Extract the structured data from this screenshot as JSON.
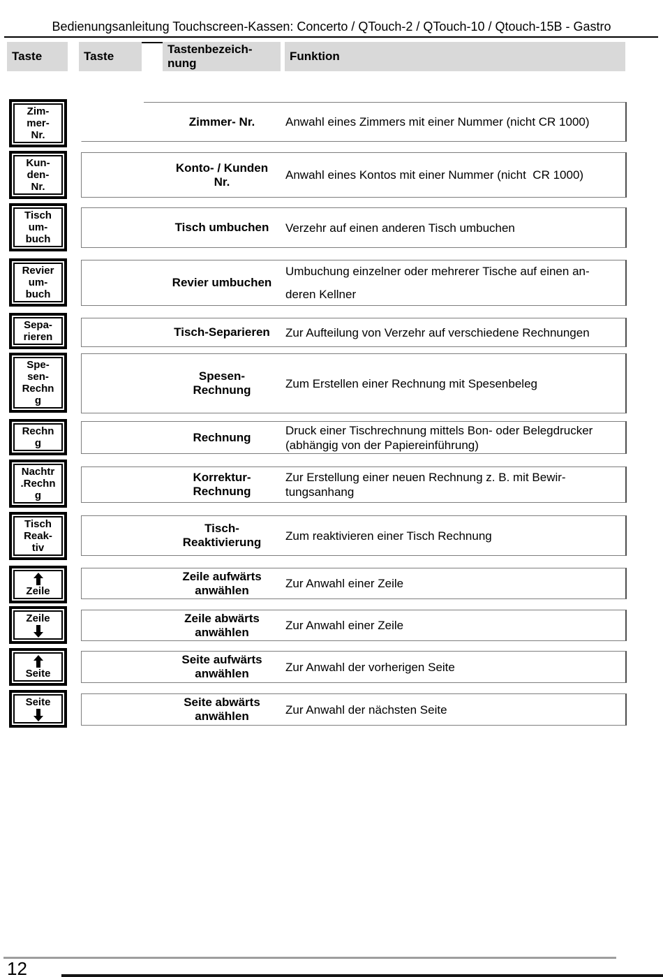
{
  "header": {
    "title": "Bedienungsanleitung Touchscreen-Kassen: Concerto / QTouch-2 / QTouch-10 / Qtouch-15B - Gastro"
  },
  "table_headers": [
    {
      "lines": [
        "Taste"
      ]
    },
    {
      "lines": [
        "Taste"
      ]
    },
    {
      "lines": [
        "Tastenbezeich-",
        "nung"
      ]
    },
    {
      "lines": [
        "Funktion"
      ]
    }
  ],
  "rows": [
    {
      "key": {
        "lines": [
          "Zim-",
          "mer-",
          "Nr."
        ],
        "arrow": null
      },
      "name_lines": [
        "Zimmer- Nr."
      ],
      "function_lines": [
        "Anwahl eines Zimmers mit einer Nummer (nicht CR 1000)"
      ]
    },
    {
      "key": {
        "lines": [
          "Kun-",
          "den-",
          "Nr."
        ],
        "arrow": null
      },
      "name_lines": [
        "Konto- / Kunden",
        "Nr."
      ],
      "function_lines": [
        "Anwahl eines Kontos mit einer Nummer (nicht  CR 1000)"
      ]
    },
    {
      "key": {
        "lines": [
          "Tisch",
          "um-",
          "buch"
        ],
        "arrow": null
      },
      "name_lines": [
        "Tisch umbuchen"
      ],
      "function_lines": [
        "Verzehr auf einen anderen Tisch umbuchen"
      ]
    },
    {
      "key": {
        "lines": [
          "Revier",
          "um-",
          "buch"
        ],
        "arrow": null
      },
      "name_lines": [
        "Revier umbuchen"
      ],
      "function_lines": [
        "Umbuchung einzelner oder mehrerer Tische auf einen an-",
        "deren Kellner"
      ]
    },
    {
      "key": {
        "lines": [
          "Sepa-",
          "rieren"
        ],
        "arrow": null
      },
      "name_lines": [
        "Tisch-Separieren"
      ],
      "function_lines": [
        "Zur Aufteilung von Verzehr auf verschiedene Rechnungen"
      ]
    },
    {
      "key": {
        "lines": [
          "Spe-",
          "sen-",
          "Rechn",
          "g"
        ],
        "arrow": null
      },
      "name_lines": [
        "Spesen-",
        "Rechnung"
      ],
      "function_lines": [
        "Zum Erstellen einer Rechnung mit Spesenbeleg"
      ]
    },
    {
      "key": {
        "lines": [
          "Rechn",
          "g"
        ],
        "arrow": null
      },
      "name_lines": [
        "Rechnung"
      ],
      "function_lines": [
        "Druck einer Tischrechnung mittels Bon- oder Belegdrucker",
        "(abhängig von der Papiereinführung)"
      ]
    },
    {
      "key": {
        "lines": [
          "Nachtr",
          ".Rechn",
          "g"
        ],
        "arrow": null
      },
      "name_lines": [
        "Korrektur-",
        "Rechnung"
      ],
      "function_lines": [
        "Zur Erstellung einer neuen Rechnung z. B. mit Bewir-",
        "tungsanhang"
      ]
    },
    {
      "key": {
        "lines": [
          "Tisch",
          "Reak-",
          "tiv"
        ],
        "arrow": null
      },
      "name_lines": [
        "Tisch-",
        "Reaktivierung"
      ],
      "function_lines": [
        "Zum reaktivieren einer Tisch Rechnung"
      ]
    },
    {
      "key": {
        "lines": [
          "Zeile"
        ],
        "arrow": "up",
        "arrow_position": "above"
      },
      "name_lines": [
        "Zeile aufwärts",
        "anwählen"
      ],
      "function_lines": [
        "Zur Anwahl einer Zeile"
      ]
    },
    {
      "key": {
        "lines": [
          "Zeile"
        ],
        "arrow": "down",
        "arrow_position": "below"
      },
      "name_lines": [
        "Zeile abwärts",
        "anwählen"
      ],
      "function_lines": [
        "Zur Anwahl einer Zeile"
      ]
    },
    {
      "key": {
        "lines": [
          "Seite"
        ],
        "arrow": "up",
        "arrow_position": "above"
      },
      "name_lines": [
        "Seite aufwärts",
        "anwählen"
      ],
      "function_lines": [
        "Zur Anwahl der vorherigen Seite"
      ]
    },
    {
      "key": {
        "lines": [
          "Seite"
        ],
        "arrow": "down",
        "arrow_position": "below"
      },
      "name_lines": [
        "Seite abwärts",
        "anwählen"
      ],
      "function_lines": [
        "Zur Anwahl der nächsten Seite"
      ]
    }
  ],
  "footer": {
    "page_number": "12"
  },
  "colors": {
    "header_cell_bg": "#d9d9d9",
    "box_border": "#7d7d7d",
    "title_rule": "#000000",
    "footer_rule": "#9e9e9e",
    "bottom_bar": "#141414"
  }
}
